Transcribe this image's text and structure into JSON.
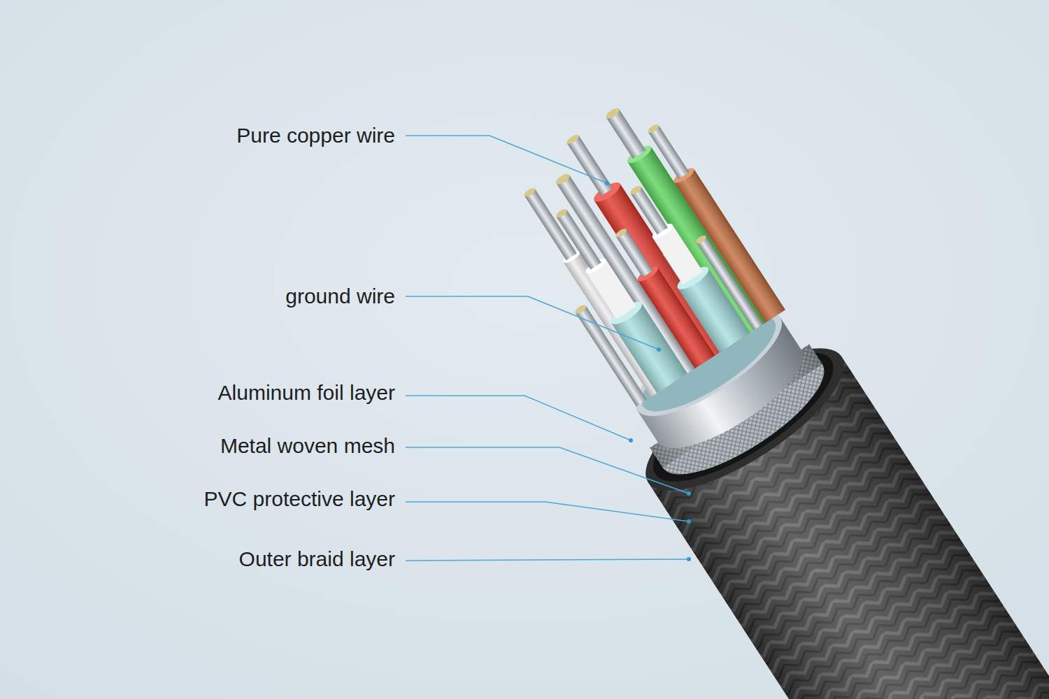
{
  "diagram": {
    "labels": [
      "Pure copper wire",
      "ground wire",
      "Aluminum foil layer",
      "Metal woven mesh",
      "PVC protective layer",
      "Outer braid layer"
    ]
  }
}
